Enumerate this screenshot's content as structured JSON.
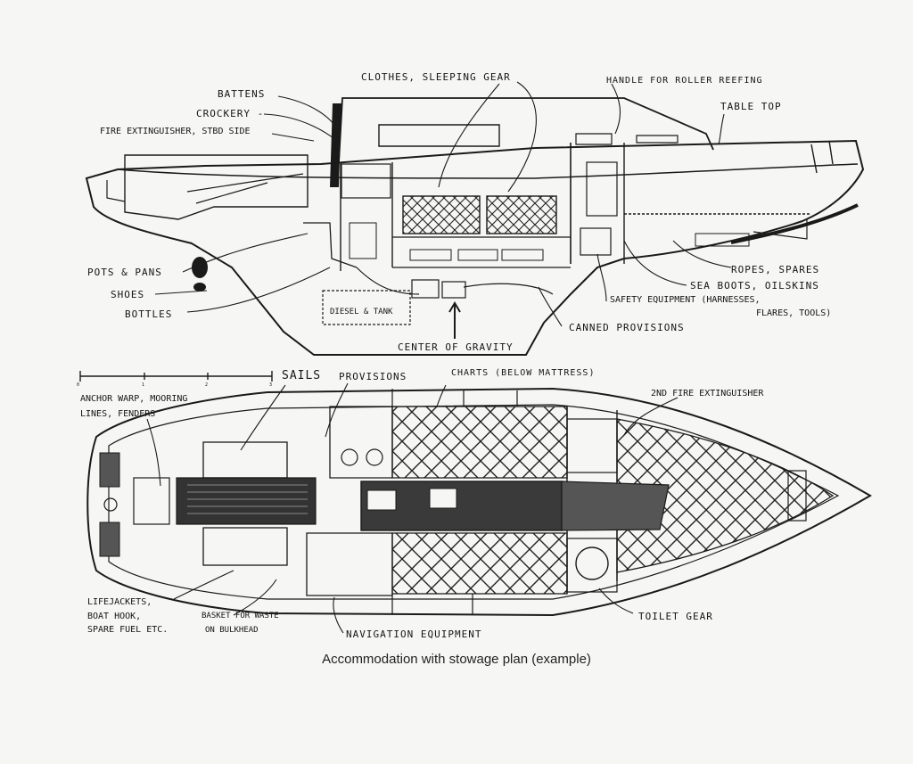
{
  "caption": "Accommodation with stowage plan (example)",
  "profile_labels": {
    "battens": "Battens",
    "crockery": "Crockery -",
    "fire_extinguisher": "Fire Extinguisher, Stbd Side",
    "clothes_sleeping_gear": "Clothes, Sleeping Gear",
    "handle_roller_reefing": "Handle for Roller Reefing",
    "table_top": "Table Top",
    "pots_pans": "Pots & Pans",
    "shoes": "Shoes",
    "bottles": "Bottles",
    "diesel_tank": "Diesel & Tank",
    "center_of_gravity": "Center of Gravity",
    "ropes_spares": "Ropes, Spares",
    "sea_boots_oilskins": "Sea Boots, Oilskins",
    "safety_equipment": "Safety Equipment (Harnesses,",
    "flares_tools": "Flares, Tools)",
    "canned_provisions": "Canned Provisions"
  },
  "plan_labels": {
    "sails": "Sails",
    "provisions": "Provisions",
    "charts": "Charts (below mattress)",
    "anchor_warp": "Anchor Warp, Mooring",
    "lines_fenders": "Lines, Fenders",
    "fire_extinguisher_2": "2nd Fire Extinguisher",
    "lifejackets": "Lifejackets,",
    "boat_hook": "Boat Hook,",
    "spare_fuel": "Spare Fuel etc.",
    "basket_waste": "Basket for Waste",
    "on_bulkhead": "on Bulkhead",
    "navigation_equipment": "Navigation Equipment",
    "toilet_gear": "Toilet Gear"
  },
  "scale_ticks": [
    "0",
    "1",
    "2",
    "3"
  ],
  "colors": {
    "ink": "#1a1a1a",
    "paper": "#f6f6f4",
    "deck_fill": "#3a3a3a",
    "caption": "#222222"
  }
}
